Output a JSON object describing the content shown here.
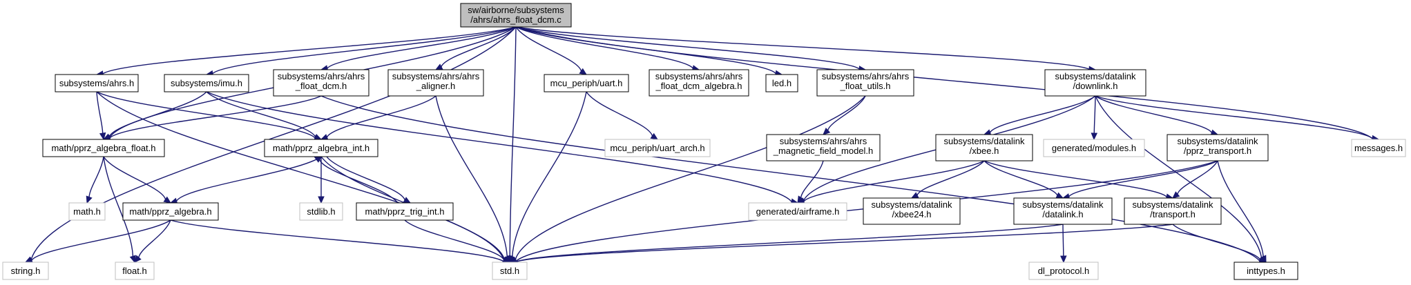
{
  "graph": {
    "root_label": [
      "sw/airborne/subsystems",
      "/ahrs/ahrs_float_dcm.c"
    ],
    "nodes": {
      "root": [
        "sw/airborne/subsystems",
        "/ahrs/ahrs_float_dcm.c"
      ],
      "ahrs_h": [
        "subsystems/ahrs.h"
      ],
      "imu_h": [
        "subsystems/imu.h"
      ],
      "ahrs_float_dcm_h": [
        "subsystems/ahrs/ahrs",
        "_float_dcm.h"
      ],
      "ahrs_aligner_h": [
        "subsystems/ahrs/ahrs",
        "_aligner.h"
      ],
      "uart_h": [
        "mcu_periph/uart.h"
      ],
      "ahrs_float_dcm_algebra_h": [
        "subsystems/ahrs/ahrs",
        "_float_dcm_algebra.h"
      ],
      "led_h": [
        "led.h"
      ],
      "ahrs_float_utils_h": [
        "subsystems/ahrs/ahrs",
        "_float_utils.h"
      ],
      "downlink_h": [
        "subsystems/datalink",
        "/downlink.h"
      ],
      "messages_h": [
        "messages.h"
      ],
      "pprz_algebra_float_h": [
        "math/pprz_algebra_float.h"
      ],
      "pprz_algebra_int_h": [
        "math/pprz_algebra_int.h"
      ],
      "uart_arch_h": [
        "mcu_periph/uart_arch.h"
      ],
      "magnetic_field_model_h": [
        "subsystems/ahrs/ahrs",
        "_magnetic_field_model.h"
      ],
      "xbee_h": [
        "subsystems/datalink",
        "/xbee.h"
      ],
      "generated_modules_h": [
        "generated/modules.h"
      ],
      "pprz_transport_h": [
        "subsystems/datalink",
        "/pprz_transport.h"
      ],
      "math_h": [
        "math.h"
      ],
      "pprz_algebra_h": [
        "math/pprz_algebra.h"
      ],
      "stdlib_h": [
        "stdlib.h"
      ],
      "pprz_trig_int_h": [
        "math/pprz_trig_int.h"
      ],
      "generated_airframe_h": [
        "generated/airframe.h"
      ],
      "xbee24_h": [
        "subsystems/datalink",
        "/xbee24.h"
      ],
      "datalink_h": [
        "subsystems/datalink",
        "/datalink.h"
      ],
      "transport_h": [
        "subsystems/datalink",
        "/transport.h"
      ],
      "string_h": [
        "string.h"
      ],
      "float_h": [
        "float.h"
      ],
      "std_h": [
        "std.h"
      ],
      "dl_protocol_h": [
        "dl_protocol.h"
      ],
      "inttypes_h": [
        "inttypes.h"
      ]
    }
  }
}
